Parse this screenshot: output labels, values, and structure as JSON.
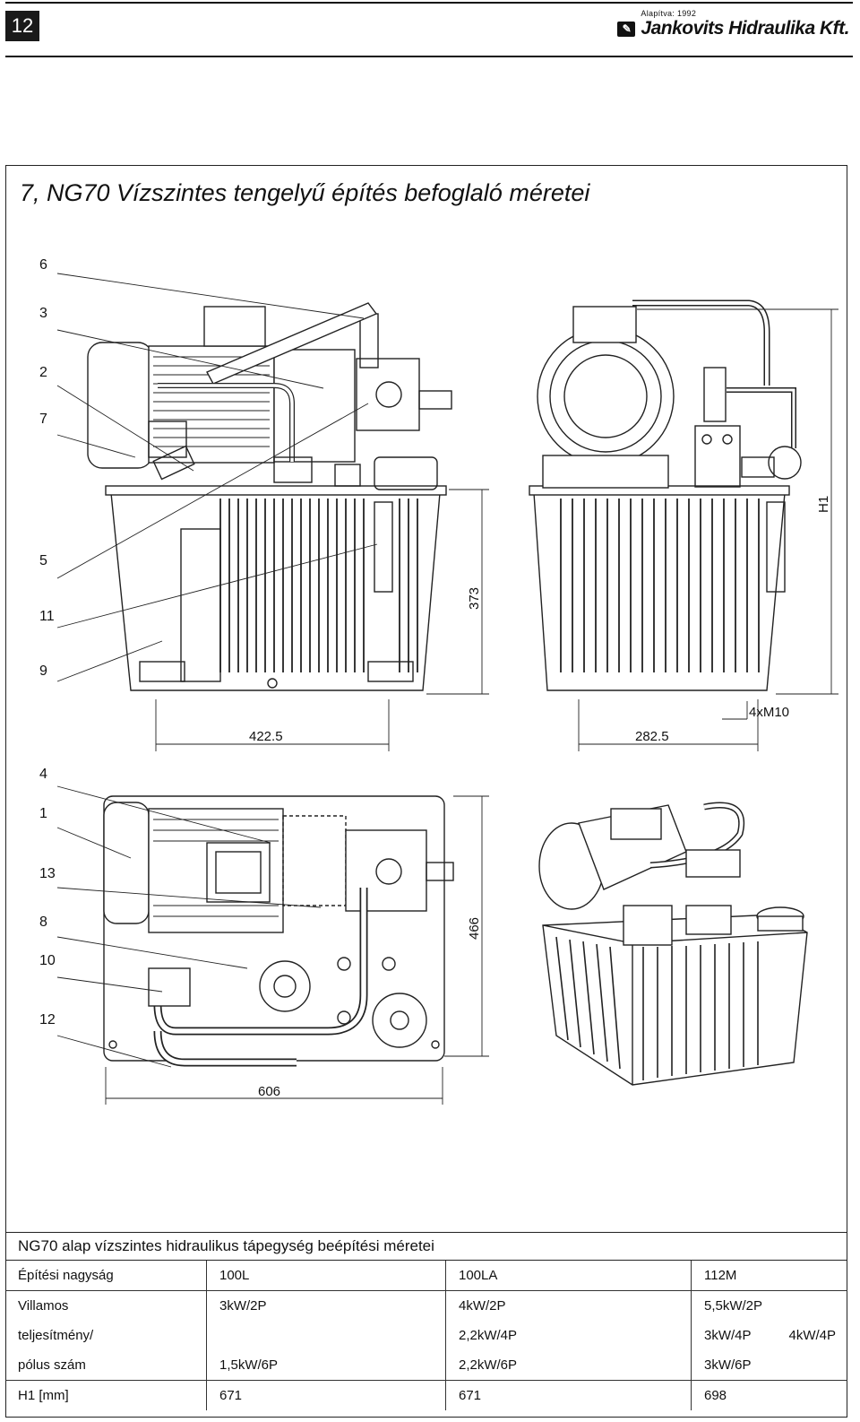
{
  "header": {
    "page_number": "12",
    "founded": "Alapítva: 1992",
    "company": "Jankovits Hidraulika Kft."
  },
  "section": {
    "title": "7, NG70 Vízszintes tengelyű építés befoglaló méretei"
  },
  "drawing": {
    "callouts_top": [
      "6",
      "3",
      "2",
      "7",
      "5",
      "11",
      "9"
    ],
    "callouts_bottom": [
      "4",
      "1",
      "13",
      "8",
      "10",
      "12"
    ],
    "dimensions": {
      "height_front": "373",
      "width_front": "422.5",
      "width_side": "282.5",
      "bolts": "4xM10",
      "h1": "H1",
      "plan_depth": "466",
      "plan_width": "606"
    }
  },
  "table": {
    "caption": "NG70 alap vízszintes hidraulikus tápegység beépítési méretei",
    "rows": [
      [
        "Építési nagyság",
        "100L",
        "100LA",
        "112M",
        ""
      ],
      [
        "Villamos",
        "3kW/2P",
        "4kW/2P",
        "5,5kW/2P",
        ""
      ],
      [
        "teljesítmény/",
        "",
        "2,2kW/4P",
        "3kW/4P",
        "4kW/4P"
      ],
      [
        "pólus szám",
        "1,5kW/6P",
        "2,2kW/6P",
        "3kW/6P",
        ""
      ],
      [
        "H1 [mm]",
        "671",
        "671",
        "698",
        ""
      ]
    ]
  }
}
